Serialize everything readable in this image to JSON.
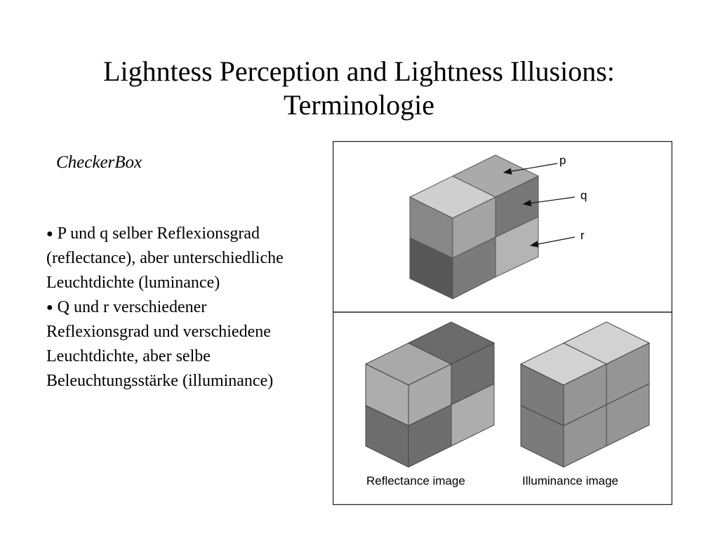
{
  "slide": {
    "title_line1": "Lighntess Perception and Lightness Illusions:",
    "title_line2": "Terminologie",
    "subtitle": "CheckerBox",
    "bullets": [
      "P und q selber Reflexionsgrad (reflectance), aber unterschiedliche Leuchtdichte (luminance)",
      "Q und r verschiedener Reflexionsgrad und verschiedene Leuchtdichte, aber selbe Beleuchtungsstärke (illuminance)"
    ]
  },
  "figure": {
    "labels": {
      "p": "p",
      "q": "q",
      "r": "r"
    },
    "caption_left": "Reflectance image",
    "caption_right": "Illuminance image",
    "colors": {
      "border": "#222222",
      "top_light": "#cdcdcd",
      "top_mid": "#a9a9a9",
      "top_dark": "#6b6b6b",
      "front_mid": "#888888",
      "front_dark": "#5a5a5a",
      "side_mid": "#7a7a7a",
      "side_light": "#b5b5b5"
    }
  }
}
